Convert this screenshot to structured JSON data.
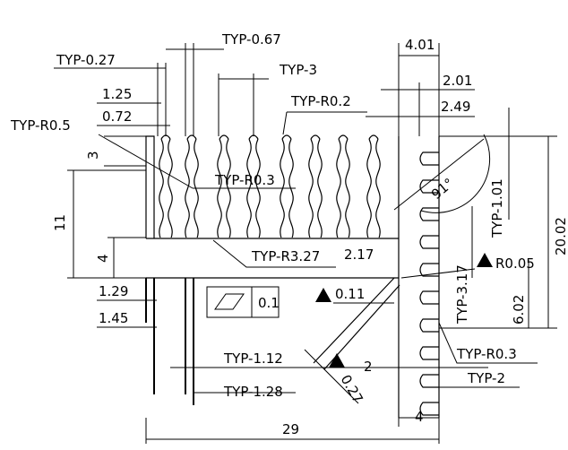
{
  "labels": {
    "typ_067": "TYP-0.67",
    "typ_027": "TYP-0.27",
    "typ_3": "TYP-3",
    "w_401": "4.01",
    "w_201": "2.01",
    "typ_r02": "TYP-R0.2",
    "w_249": "2.49",
    "w_125": "1.25",
    "typ_r05": "TYP-R0.5",
    "w_072": "0.72",
    "v_3": "3",
    "v_11": "11",
    "v_4": "4",
    "typ_r03_a": "TYP-R0.3",
    "typ_r327": "TYP-R3.27",
    "w_217": "2.17",
    "typ_101": "TYP-1.01",
    "v_2002": "20.02",
    "ang_91": "91°",
    "typ_317": "TYP-3.17",
    "r005": "R0.05",
    "w_129": "1.29",
    "flat_011": "0.11",
    "tol_01": "0.1",
    "v_602": "6.02",
    "w_145": "1.45",
    "typ_r03_b": "TYP-R0.3",
    "typ_112": "TYP-1.12",
    "w_2": "2",
    "typ_2": "TYP-2",
    "typ_128": "TYP-1.28",
    "ang_027": "0.27",
    "w_4": "4",
    "w_29": "29"
  }
}
